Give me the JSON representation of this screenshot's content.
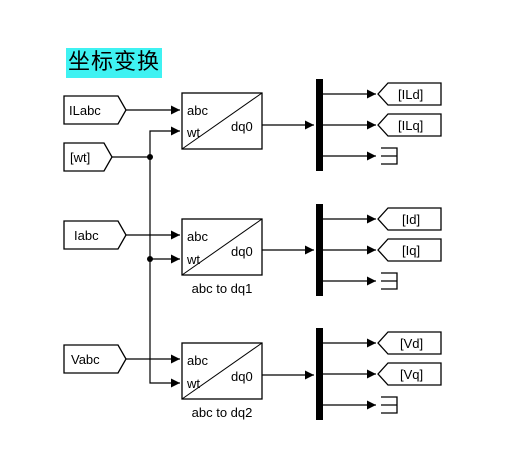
{
  "title": "坐标变换",
  "colors": {
    "title_highlight": "#3ff2f2",
    "line": "#000000",
    "block_fill": "#ffffff"
  },
  "inputs": {
    "ilabc": "ILabc",
    "wt": "[wt]",
    "iabc": "Iabc",
    "vabc": "Vabc"
  },
  "transforms": [
    {
      "in1": "abc",
      "in2": "wt",
      "out": "dq0",
      "caption": ""
    },
    {
      "in1": "abc",
      "in2": "wt",
      "out": "dq0",
      "caption": "abc to dq1"
    },
    {
      "in1": "abc",
      "in2": "wt",
      "out": "dq0",
      "caption": "abc to dq2"
    }
  ],
  "goto_tags": [
    {
      "d": "[ILd]",
      "q": "[ILq]"
    },
    {
      "d": "[Id]",
      "q": "[Iq]"
    },
    {
      "d": "[Vd]",
      "q": "[Vq]"
    }
  ],
  "terminator_icon": "terminator-icon"
}
